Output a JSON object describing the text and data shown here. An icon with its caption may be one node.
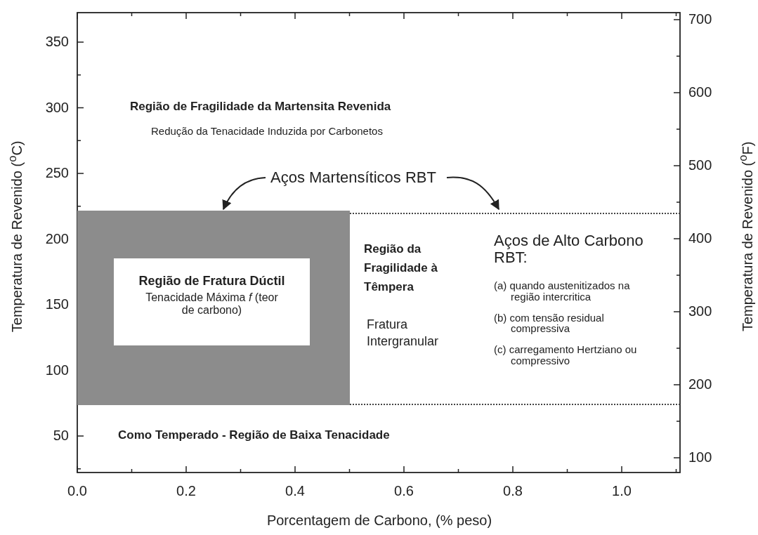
{
  "diagram": {
    "nodes": [
      {
        "text": [],
        "shape": "box"
      },
      {
        "text": [
          "Região de Fratura Dúctil",
          "Tenacidade Máxima *f* (teor de carbono)"
        ],
        "in": 0
      },
      {
        "text": [
          "Aços Martensíticos RBT"
        ]
      },
      {
        "text": [
          "Região da Fragilidade à Têmpera",
          "Fratura Intergranular",
          "Aços de Alto Carbono RBT:",
          "(a) quando austenitizados na região intercritica",
          "(b) com tensão residual compressiva",
          "(c) carregamento Hertziano ou compressivo"
        ]
      }
    ],
    "edges": [
      {
        "from": 2,
        "to": 0,
        "arrow": "to"
      },
      {
        "from": 2,
        "to": 3,
        "arrow": "to"
      }
    ],
    "labels": [
      "Região de Fragilidade da Martensita Revenida",
      "Redução da Tenacidade Induzida por Carbonetos",
      "Como Temperado - Região de Baixa Tenacidade",
      "350",
      "300",
      "250",
      "200",
      "150",
      "100",
      "50",
      "700",
      "600",
      "500",
      "400",
      "300",
      "200",
      "100",
      "0.0",
      "0.2",
      "0.4",
      "0.6",
      "0.8",
      "1.0",
      "Temperatura de Revenido ($^{o}$C)",
      "Temperatura de Revenido ($^{o}$F)",
      "Porcentagem de Carbono, (% peso)"
    ]
  }
}
